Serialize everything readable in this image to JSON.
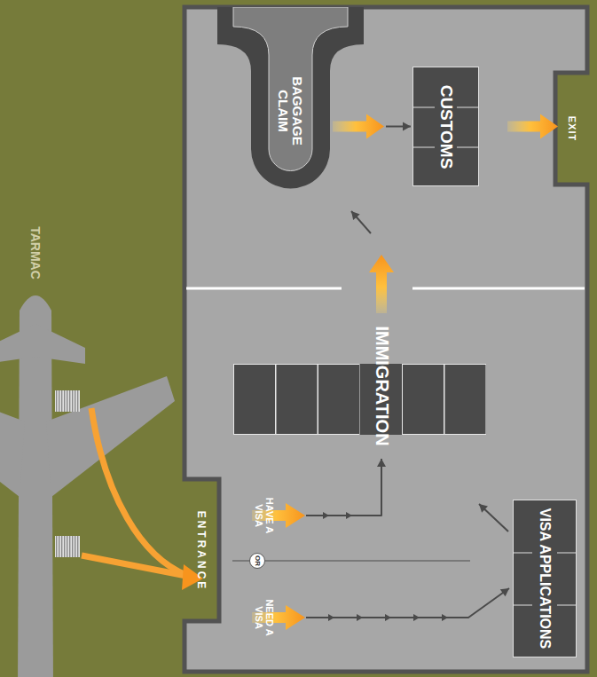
{
  "diagram": {
    "nodes": [
      {
        "text": [
          "ENTRANCE"
        ]
      },
      {
        "text": [
          "HAVE A VISA"
        ]
      },
      {
        "text": [
          "OR"
        ]
      },
      {
        "text": [
          "NEED A VISA"
        ]
      },
      {
        "text": [
          "VISA APPLICATIONS"
        ]
      },
      {
        "text": [
          "IMMIGRATION"
        ]
      },
      {
        "text": [
          "BAGGAGE CLAIM"
        ]
      },
      {
        "text": [
          "CUSTOMS"
        ]
      },
      {
        "text": [
          "EXIT"
        ]
      }
    ],
    "edges": [
      {
        "from": 1,
        "to": 5,
        "arrow": "to"
      },
      {
        "from": 3,
        "to": 4,
        "arrow": "to"
      },
      {
        "from": 4,
        "to": 5,
        "arrow": "to"
      },
      {
        "from": 5,
        "to": 6,
        "arrow": "to"
      },
      {
        "from": 6,
        "to": 7,
        "arrow": "to"
      },
      {
        "from": 7,
        "to": 8,
        "arrow": "to"
      }
    ],
    "labels": [
      "TARMAC"
    ]
  }
}
